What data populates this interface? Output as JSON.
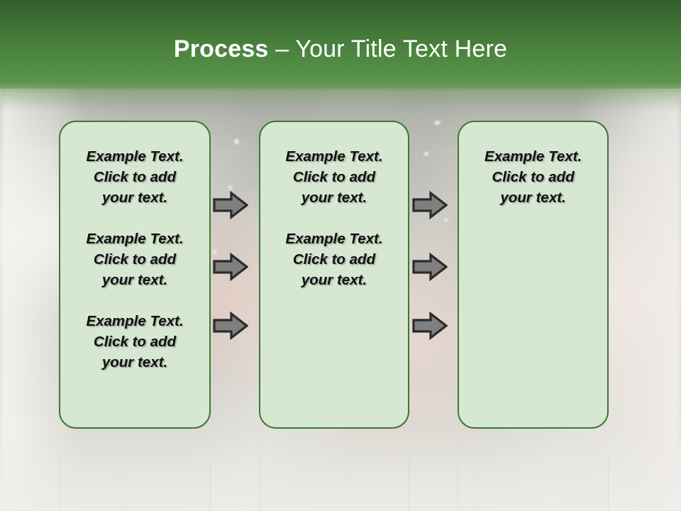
{
  "slide": {
    "title_bold": "Process",
    "title_rest": " – Your Title Text Here",
    "theme": {
      "header_dark": "#335f2c",
      "header_light": "#5a9450",
      "box_fill": "#d7e8d2",
      "box_border": "#3d7833",
      "arrow_fill": "#7f7f7f",
      "arrow_outline": "#2b2b2b",
      "text_color": "#101010",
      "title_color": "#ffffff"
    },
    "columns": [
      {
        "name": "column-1",
        "paragraphs": [
          "Example Text. Click  to add your text.",
          "Example Text. Click  to add your text.",
          "Example Text. Click  to add your text."
        ]
      },
      {
        "name": "column-2",
        "paragraphs": [
          "Example Text. Click  to add your text.",
          "Example Text. Click  to add your text."
        ]
      },
      {
        "name": "column-3",
        "paragraphs": [
          "Example Text. Click  to add your text."
        ]
      }
    ],
    "connectors": {
      "icon": "arrow-right-icon",
      "groups": 2,
      "per_group": 3
    }
  }
}
